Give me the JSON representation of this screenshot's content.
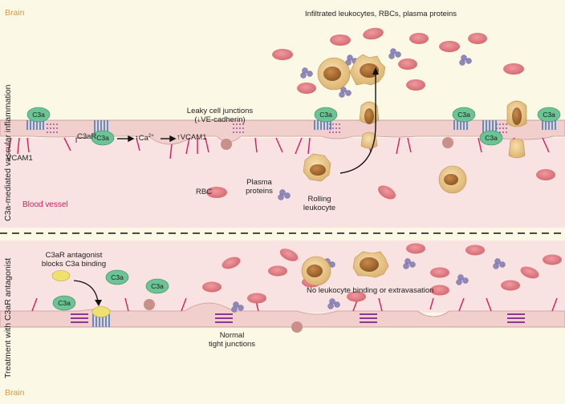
{
  "labels": {
    "brain_top": "Brain",
    "brain_bottom": "Brain",
    "blood_vessel": "Blood vessel",
    "side_top": "C3a-mediated vascular inflammation",
    "side_bottom": "Treatment with C3aR antagonist",
    "infiltrated": "Infiltrated leukocytes, RBCs, plasma proteins",
    "leaky_line1": "Leaky cell junctions",
    "leaky_line2": "(↓VE-cadherin)",
    "ca": "Ca",
    "ca_sup": "2+",
    "vcam_arrow": "VCAM1",
    "vcam_left": "VCAM1",
    "c3ar": "C3aR",
    "rbc": "RBC",
    "plasma_line1": "Plasma",
    "plasma_line2": "proteins",
    "rolling_line1": "Rolling",
    "rolling_line2": "leukocyte",
    "antag_line1": "C3aR antagonist",
    "antag_line2": "blocks C3a binding",
    "no_binding": "No leukocyte binding or extravasation",
    "normal_line1": "Normal",
    "normal_line2": "tight junctions",
    "c3a": "C3a"
  },
  "colors": {
    "background": "#fcf8e6",
    "vessel_lumen": "#f8e2e2",
    "endothelium": "#f1cfcc",
    "rbc": "#e07a80",
    "plasma_protein": "#8f88b8",
    "leukocyte": "#e8c88a",
    "c3a": "#6cc496",
    "receptor": "#3d7fc4",
    "antagonist": "#f0e070",
    "junction": "#8a3a8f",
    "vcam": "#d81b60",
    "brain_label": "#e8942a"
  }
}
